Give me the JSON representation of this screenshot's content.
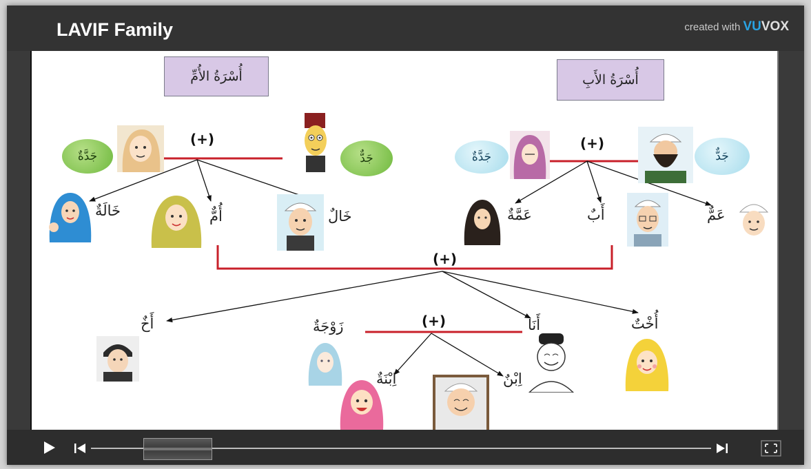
{
  "window": {
    "title": "LAVIF Family",
    "credit_prefix": "created with",
    "credit_brand_a": "VU",
    "credit_brand_b": "VOX"
  },
  "tree": {
    "mother_family": "أُسْرَةُ الأُمِّ",
    "father_family": "أُسْرَةُ الأَبِ",
    "plus": "(+)",
    "grandma_m": "جَدَّةٌ",
    "grandpa_m": "جَدٌّ",
    "grandma_f": "جَدَّةٌ",
    "grandpa_f": "جَدٌّ",
    "aunt_m": "خَالَةٌ",
    "mother": "أُمٌّ",
    "uncle_m": "خَالٌ",
    "aunt_f": "عَمَّةٌ",
    "father": "أَبٌ",
    "uncle_f": "عَمٌّ",
    "brother": "أَخٌ",
    "wife": "زَوْجَةٌ",
    "me": "أَنَا",
    "sister": "أُخْتٌ",
    "daughter": "اِبْنَةٌ",
    "son": "اِبْنٌ"
  },
  "player": {
    "state": "paused",
    "progress": 0.0
  },
  "colors": {
    "link_line": "#c8202a",
    "grandma_oval": "#7bc24a",
    "grandpa_oval_paternal": "#bfe7f2",
    "header_box": "#d8c8e6",
    "vu_brand": "#29a3e3"
  }
}
